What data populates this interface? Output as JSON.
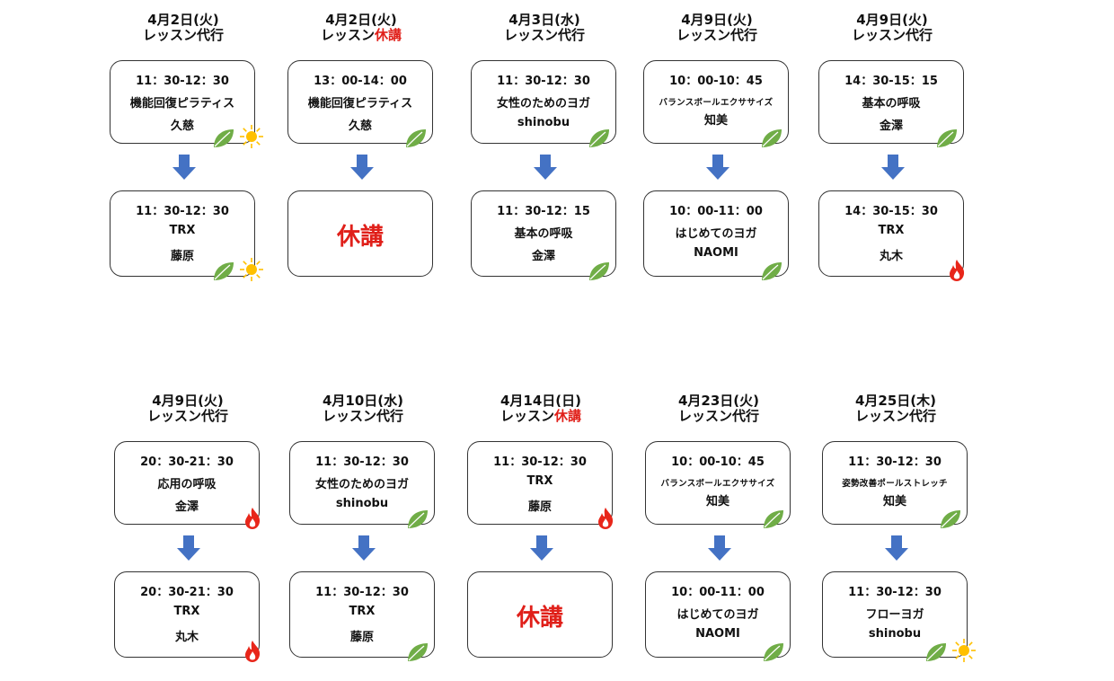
{
  "rows": [
    {
      "cols": [
        {
          "date": "4月2日(火)",
          "type_prefix": "レッスン",
          "type_suffix": "代行",
          "type_red": false,
          "before": {
            "time": "11：30-12：30",
            "name": "機能回復ピラティス",
            "name_small": false,
            "instructor": "久慈",
            "icons": [
              "leaf-icon",
              "sun-icon"
            ]
          },
          "after": {
            "cancelled": false,
            "time": "11：30-12：30",
            "name": "TRX",
            "name_small": false,
            "instructor": "藤原",
            "icons": [
              "leaf-icon",
              "sun-icon"
            ]
          }
        },
        {
          "date": "4月2日(火)",
          "type_prefix": "レッスン",
          "type_suffix": "休講",
          "type_red": true,
          "before": {
            "time": "13：00-14：00",
            "name": "機能回復ピラティス",
            "name_small": false,
            "instructor": "久慈",
            "icons": [
              "leaf-icon"
            ]
          },
          "after": {
            "cancelled": true,
            "cancel_text": "休講",
            "icons": []
          }
        },
        {
          "date": "4月3日(水)",
          "type_prefix": "レッスン",
          "type_suffix": "代行",
          "type_red": false,
          "before": {
            "time": "11：30-12：30",
            "name": "女性のためのヨガ",
            "name_small": false,
            "instructor": "shinobu",
            "icons": [
              "leaf-icon"
            ]
          },
          "after": {
            "cancelled": false,
            "time": "11：30-12：15",
            "name": "基本の呼吸",
            "name_small": false,
            "instructor": "金澤",
            "icons": [
              "leaf-icon"
            ]
          }
        },
        {
          "date": "4月9日(火)",
          "type_prefix": "レッスン",
          "type_suffix": "代行",
          "type_red": false,
          "before": {
            "time": "10：00-10：45",
            "name": "バランスボールエクササイズ",
            "name_small": true,
            "instructor": "知美",
            "icons": [
              "leaf-icon"
            ]
          },
          "after": {
            "cancelled": false,
            "time": "10：00-11：00",
            "name": "はじめてのヨガ",
            "name_small": false,
            "instructor": "NAOMI",
            "icons": [
              "leaf-icon"
            ]
          }
        },
        {
          "date": "4月9日(火)",
          "type_prefix": "レッスン",
          "type_suffix": "代行",
          "type_red": false,
          "before": {
            "time": "14：30-15：15",
            "name": "基本の呼吸",
            "name_small": false,
            "instructor": "金澤",
            "icons": [
              "leaf-icon"
            ]
          },
          "after": {
            "cancelled": false,
            "time": "14：30-15：30",
            "name": "TRX",
            "name_small": false,
            "instructor": "丸木",
            "icons": [
              "flame-icon"
            ]
          }
        }
      ]
    },
    {
      "cols": [
        {
          "date": "4月9日(火)",
          "type_prefix": "レッスン",
          "type_suffix": "代行",
          "type_red": false,
          "before": {
            "time": "20：30-21：30",
            "name": "応用の呼吸",
            "name_small": false,
            "instructor": "金澤",
            "icons": [
              "flame-icon"
            ]
          },
          "after": {
            "cancelled": false,
            "time": "20：30-21：30",
            "name": "TRX",
            "name_small": false,
            "instructor": "丸木",
            "icons": [
              "flame-icon"
            ]
          }
        },
        {
          "date": "4月10日(水)",
          "type_prefix": "レッスン",
          "type_suffix": "代行",
          "type_red": false,
          "before": {
            "time": "11：30-12：30",
            "name": "女性のためのヨガ",
            "name_small": false,
            "instructor": "shinobu",
            "icons": [
              "leaf-icon"
            ]
          },
          "after": {
            "cancelled": false,
            "time": "11：30-12：30",
            "name": "TRX",
            "name_small": false,
            "instructor": "藤原",
            "icons": [
              "leaf-icon"
            ]
          }
        },
        {
          "date": "4月14日(日)",
          "type_prefix": "レッスン",
          "type_suffix": "休講",
          "type_red": true,
          "before": {
            "time": "11：30-12：30",
            "name": "TRX",
            "name_small": false,
            "instructor": "藤原",
            "icons": [
              "flame-icon"
            ]
          },
          "after": {
            "cancelled": true,
            "cancel_text": "休講",
            "icons": []
          }
        },
        {
          "date": "4月23日(火)",
          "type_prefix": "レッスン",
          "type_suffix": "代行",
          "type_red": false,
          "before": {
            "time": "10：00-10：45",
            "name": "バランスボールエクササイズ",
            "name_small": true,
            "instructor": "知美",
            "icons": [
              "leaf-icon"
            ]
          },
          "after": {
            "cancelled": false,
            "time": "10：00-11：00",
            "name": "はじめてのヨガ",
            "name_small": false,
            "instructor": "NAOMI",
            "icons": [
              "leaf-icon"
            ]
          }
        },
        {
          "date": "4月25日(木)",
          "type_prefix": "レッスン",
          "type_suffix": "代行",
          "type_red": false,
          "before": {
            "time": "11：30-12：30",
            "name": "姿勢改善ポールストレッチ",
            "name_small": true,
            "instructor": "知美",
            "icons": [
              "leaf-icon"
            ]
          },
          "after": {
            "cancelled": false,
            "time": "11：30-12：30",
            "name": "フローヨガ",
            "name_small": false,
            "instructor": "shinobu",
            "icons": [
              "leaf-icon",
              "sun-icon"
            ]
          }
        }
      ]
    }
  ],
  "colors": {
    "arrow": "#4472c4",
    "leaf": "#70ad47",
    "sun": "#ffc000",
    "flame": "#e8261a",
    "cancel": "#e0201a"
  }
}
